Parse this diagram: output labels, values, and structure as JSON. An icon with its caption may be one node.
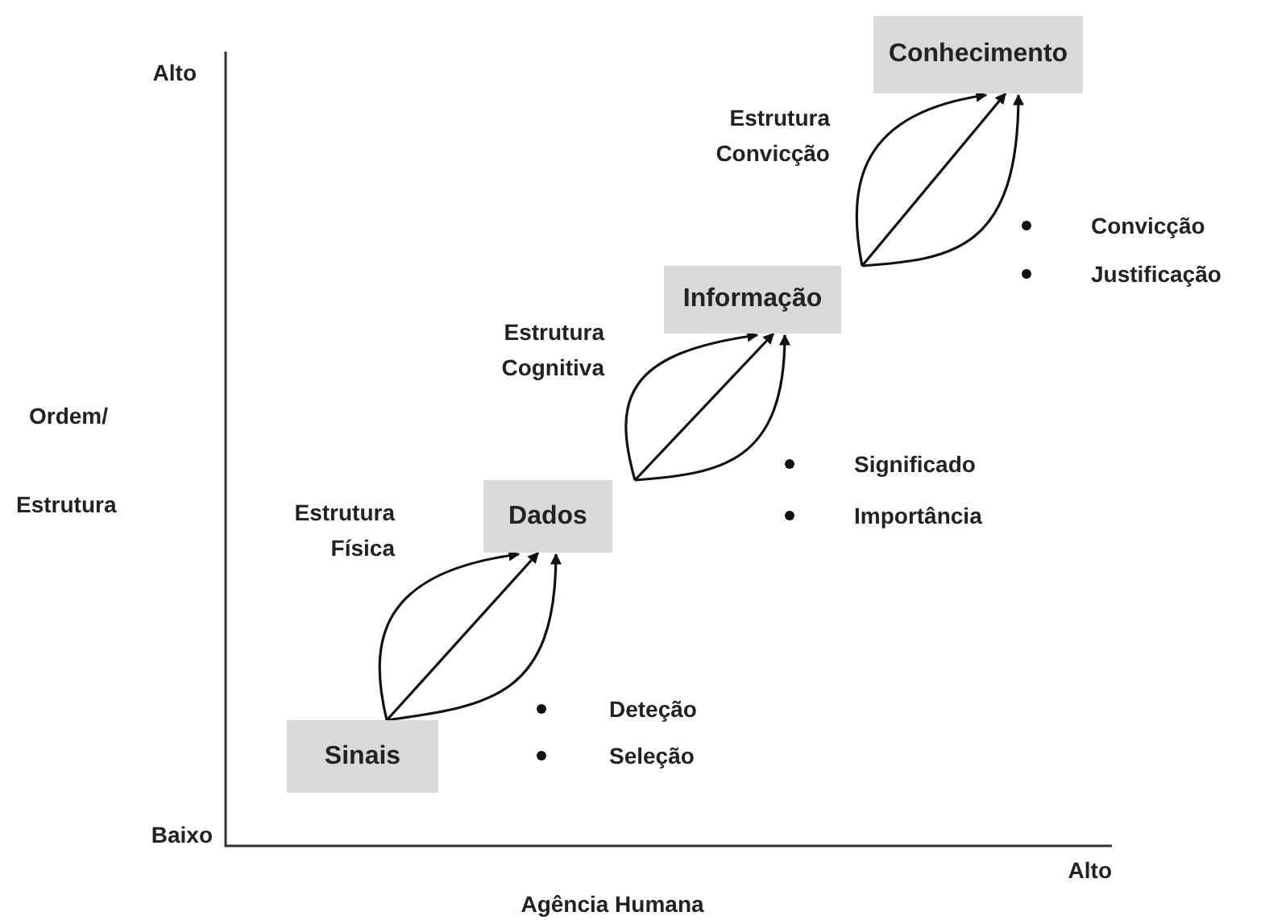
{
  "diagram": {
    "nodes": [
      {
        "text": [
          "Sinais"
        ]
      },
      {
        "text": [
          "Dados"
        ]
      },
      {
        "text": [
          "Informação"
        ]
      },
      {
        "text": [
          "Conhecimento"
        ]
      }
    ],
    "edges": [
      {
        "from": 0,
        "to": 1,
        "arrow": "to"
      },
      {
        "from": 0,
        "to": 1,
        "arrow": "to"
      },
      {
        "from": 0,
        "to": 1,
        "arrow": "to"
      },
      {
        "from": 1,
        "to": 2,
        "arrow": "to"
      },
      {
        "from": 1,
        "to": 2,
        "arrow": "to"
      },
      {
        "from": 1,
        "to": 2,
        "arrow": "to"
      },
      {
        "from": 2,
        "to": 3,
        "arrow": "to"
      },
      {
        "from": 2,
        "to": 3,
        "arrow": "to"
      },
      {
        "from": 2,
        "to": 3,
        "arrow": "to"
      }
    ],
    "labels": [
      "Alto",
      "Estrutura Convicção",
      "Convicção",
      "Justificação",
      "Estrutura Cognitiva",
      "Ordem/",
      "Significado",
      "Estrutura",
      "Importância",
      "Estrutura Física",
      "Deteção",
      "Seleção",
      "Baixo",
      "Alto",
      "Agência Humana"
    ]
  }
}
